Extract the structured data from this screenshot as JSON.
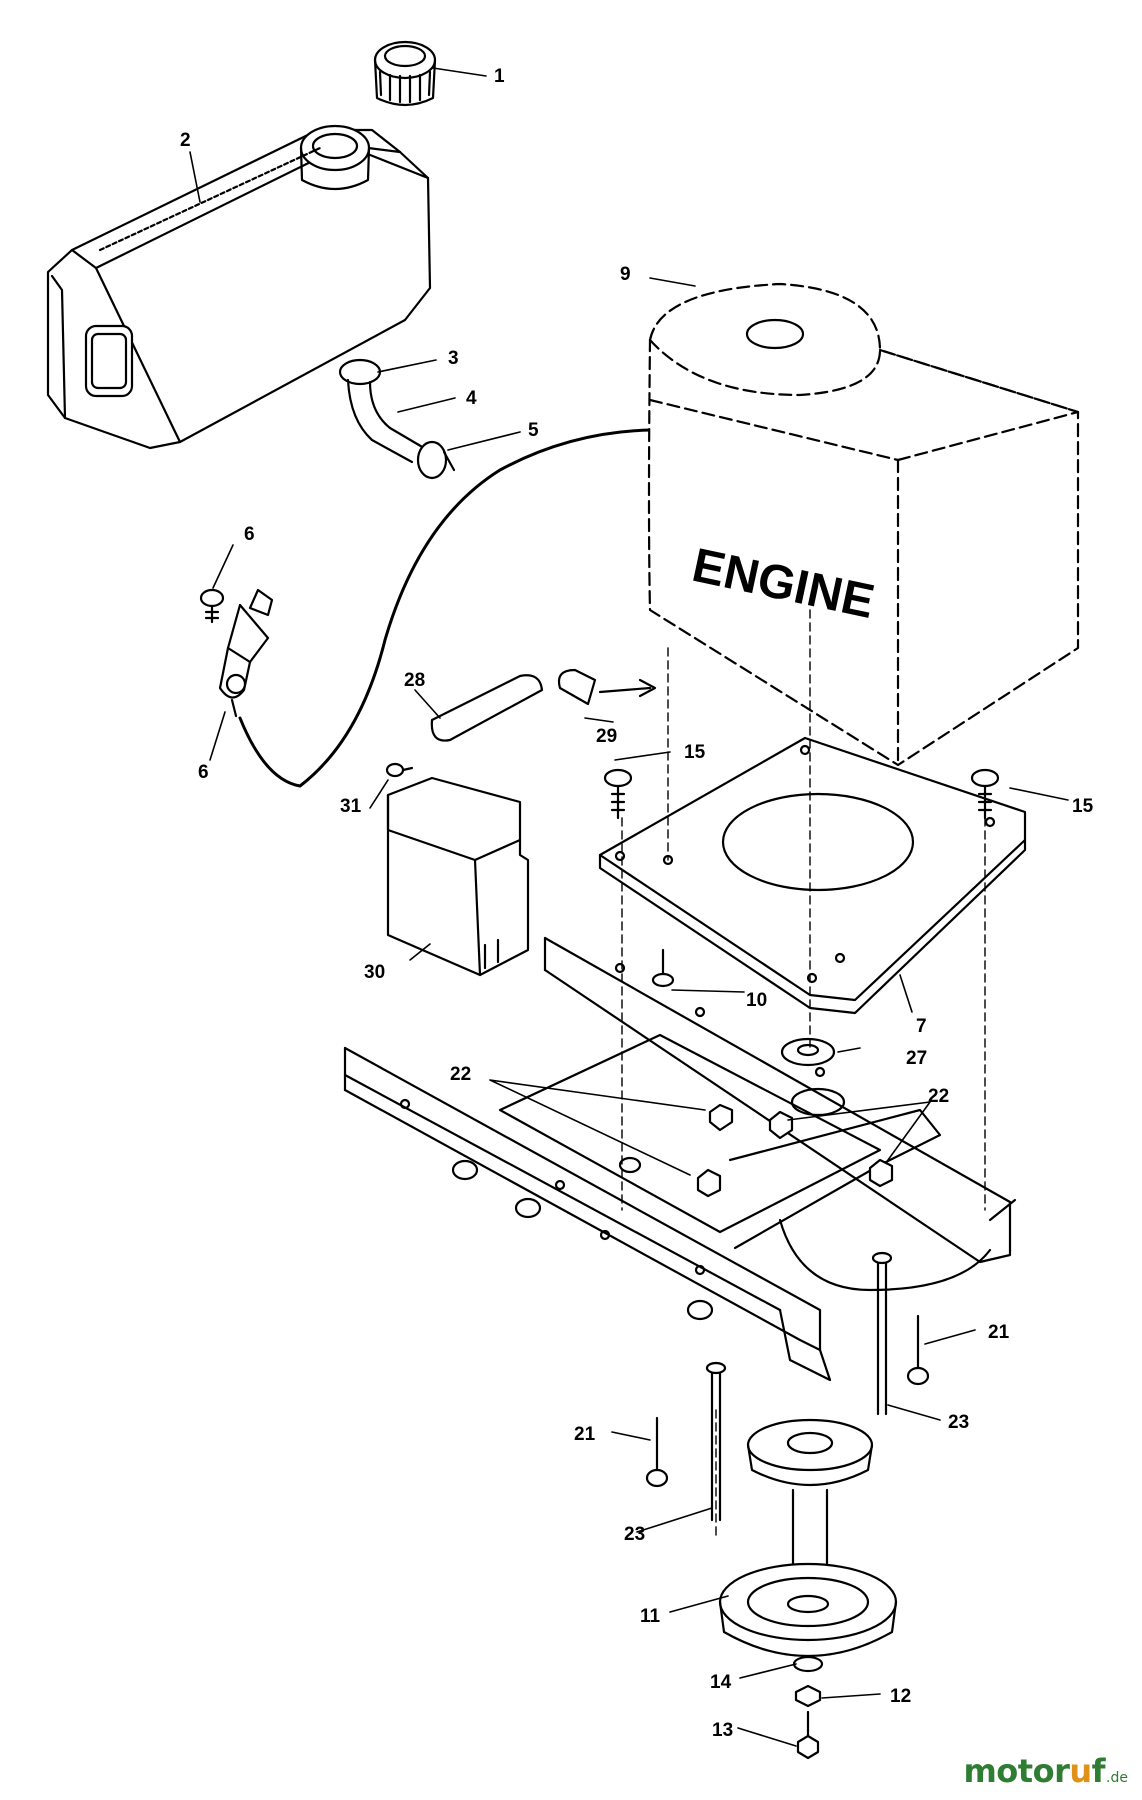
{
  "diagram": {
    "engine_label": "ENGINE",
    "callouts": {
      "c1": "1",
      "c2": "2",
      "c3": "3",
      "c4": "4",
      "c5": "5",
      "c6a": "6",
      "c6b": "6",
      "c7": "7",
      "c9": "9",
      "c10": "10",
      "c11": "11",
      "c12": "12",
      "c13": "13",
      "c14": "14",
      "c15a": "15",
      "c15b": "15",
      "c21a": "21",
      "c21b": "21",
      "c22a": "22",
      "c22b": "22",
      "c23a": "23",
      "c23b": "23",
      "c27": "27",
      "c28": "28",
      "c29": "29",
      "c30": "30",
      "c31": "31"
    }
  },
  "watermark": {
    "brand_left": "motor",
    "brand_mid": "u",
    "brand_right": "f",
    "tld": ".de"
  }
}
